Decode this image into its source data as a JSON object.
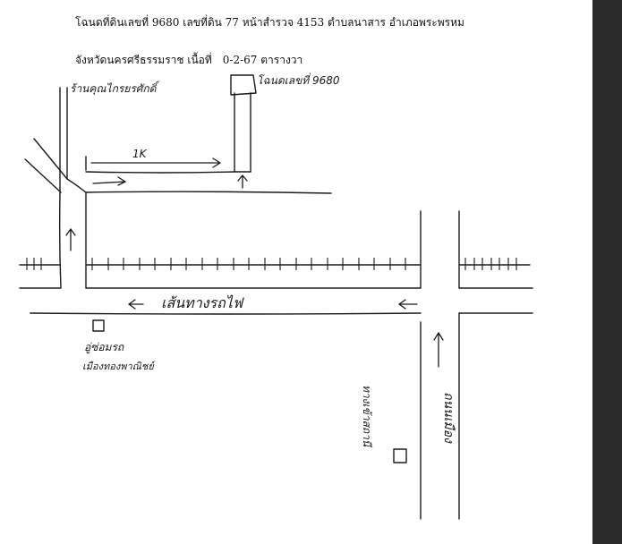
{
  "header": {
    "line1": "โฉนดที่ดินเลขที่ 9680 เลขที่ดิน 77  หน้าสำรวจ 4153  ตำบลนาสาร อำเภอพระพรหม",
    "line2_province": "จังหวัดนครศรีธรรมราช เนื้อที่",
    "line2_area": "0-2-67 ตารางวา"
  },
  "map": {
    "label_top_left": "ร้านคุณไกรยรศักดิ์",
    "label_plot": "โฉนดเลขที่ 9680",
    "label_distance": "1K",
    "label_railway": "เส้นทางรถไฟ",
    "label_landmark_line1": "อู่ซ่อมรถ",
    "label_landmark_line2": "เมืองทองพาณิชย์",
    "label_road_vertical": "ถนนเมือง",
    "label_station_vertical": "ทางเข้าสถานี"
  },
  "colors": {
    "ink": "#1a1a1a",
    "paper": "#ffffff",
    "frame": "#2b2b2b"
  }
}
